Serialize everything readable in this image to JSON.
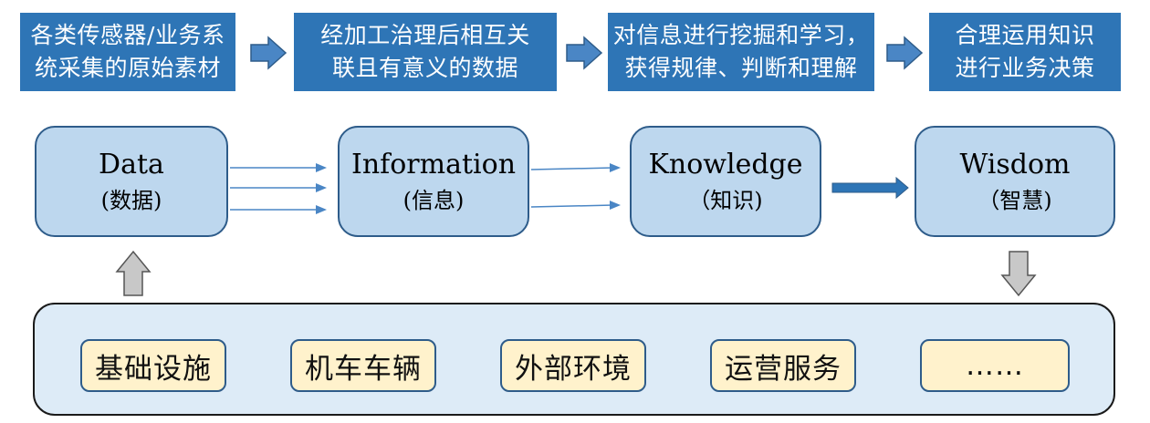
{
  "banners": [
    {
      "text": "各类传感器/业务系\n统采集的原始素材"
    },
    {
      "text": "经加工治理后相互关\n联且有意义的数据"
    },
    {
      "text": "对信息进行挖掘和学习，\n获得规律、判断和理解"
    },
    {
      "text": "合理运用知识\n进行业务决策"
    }
  ],
  "stages": [
    {
      "title": "Data",
      "subtitle": "(数据)"
    },
    {
      "title": "Information",
      "subtitle": "(信息)"
    },
    {
      "title": "Knowledge",
      "subtitle": "（知识)"
    },
    {
      "title": "Wisdom",
      "subtitle": "（智慧)"
    }
  ],
  "sources": [
    {
      "label": "基础设施"
    },
    {
      "label": "机车车辆"
    },
    {
      "label": "外部环境"
    },
    {
      "label": "运营服务"
    },
    {
      "label": "……"
    }
  ],
  "colors": {
    "banner_fill": "#2e75b6",
    "stage_fill": "#bdd7ee",
    "panel_fill": "#ddebf7",
    "source_fill": "#fff2cc",
    "arrow_blue": "#4a86c5",
    "arrow_gray": "#c8c8c8"
  }
}
